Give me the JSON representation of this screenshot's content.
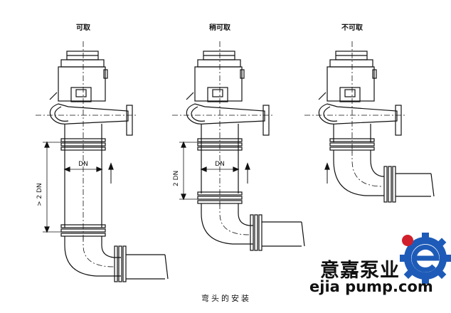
{
  "labels": {
    "left_title": "可取",
    "middle_title": "稍可取",
    "right_title": "不可取",
    "dn_left": "DN",
    "dn_middle": "DN",
    "dim_left": "> 2 DN",
    "dim_middle": "2 DN",
    "caption": "弯头的安装"
  },
  "watermark": {
    "cn": "意嘉泵业",
    "en": "ejia pump.com",
    "accent": "#1e5bb8",
    "badge_color": "#d0202b"
  },
  "colors": {
    "line": "#111111",
    "background": "#ffffff"
  }
}
